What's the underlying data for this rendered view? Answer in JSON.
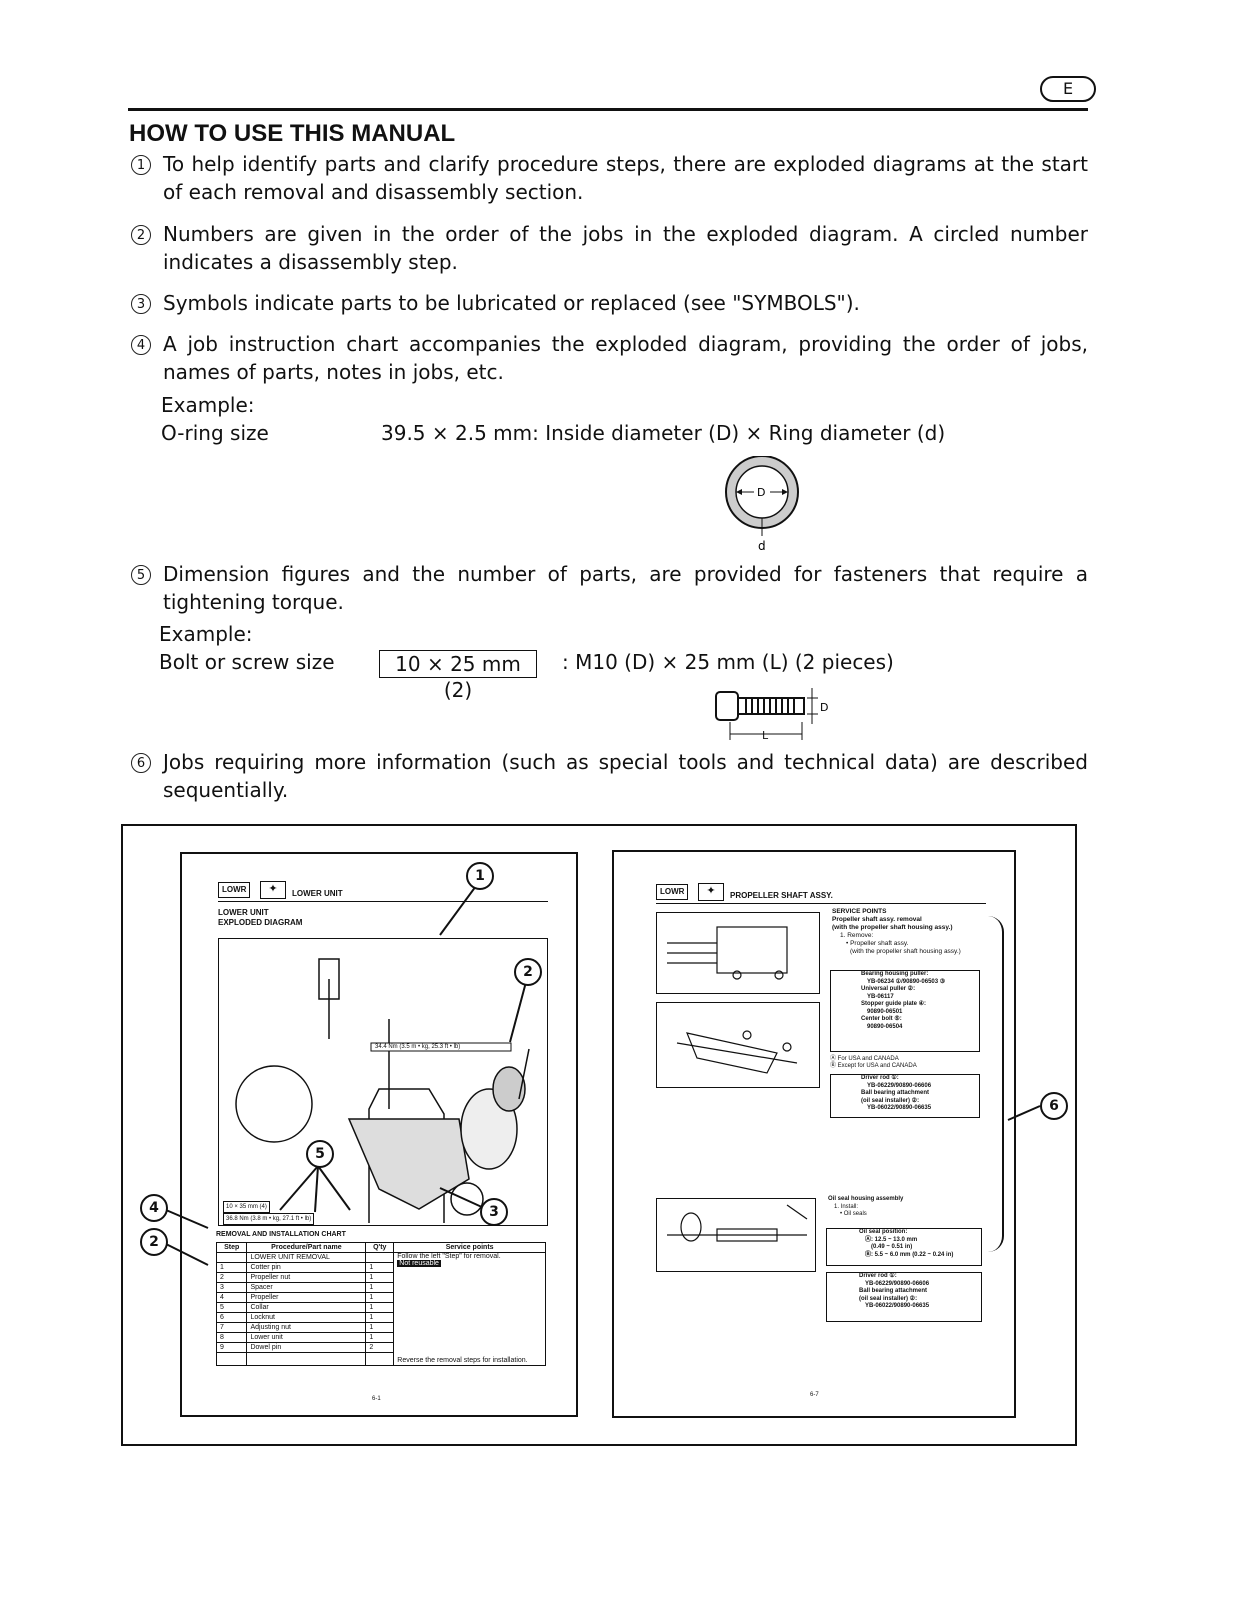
{
  "header": {
    "lang_badge": "E"
  },
  "title": "HOW TO USE THIS MANUAL",
  "items": [
    {
      "num": "1",
      "text": "To help identify parts and clarify procedure steps, there are exploded diagrams at the start of each removal and disassembly section."
    },
    {
      "num": "2",
      "text": "Numbers are given in the order of the jobs in the exploded diagram. A circled number indicates a disassembly step."
    },
    {
      "num": "3",
      "text": "Symbols indicate parts to be lubricated or replaced (see \"SYMBOLS\")."
    },
    {
      "num": "4",
      "text": "A job instruction chart accompanies the exploded diagram, providing the order of jobs, names of parts, notes in jobs, etc."
    },
    {
      "num": "5",
      "text": "Dimension figures and the number of parts, are provided for fasteners that require a tightening torque."
    },
    {
      "num": "6",
      "text": "Jobs requiring more information (such as special tools and technical data) are described sequentially."
    }
  ],
  "example_label": "Example:",
  "oring": {
    "label": "O-ring size",
    "value": "39.5 × 2.5 mm: Inside diameter (D) × Ring diameter (d)",
    "D": "D",
    "d": "d"
  },
  "bolt": {
    "label": "Bolt or screw size",
    "boxed": "10 × 25 mm (2)",
    "value": ": M10 (D) × 25 mm (L) (2 pieces)",
    "D": "D",
    "L": "L"
  },
  "sample": {
    "left": {
      "tag": "LOWR",
      "header": "LOWER UNIT",
      "sub1": "LOWER UNIT",
      "sub2": "EXPLODED DIAGRAM",
      "torque1": "34.4 Nm (3.5 m • kg, 25.3 ft • lb)",
      "bolt_box": "10 × 35 mm (4)",
      "torque2": "36.8 Nm (3.8 m • kg, 27.1 ft • lb)",
      "chart_title": "REMOVAL AND INSTALLATION CHART",
      "cols": [
        "Step",
        "Procedure/Part name",
        "Q'ty",
        "Service points"
      ],
      "group": "LOWER UNIT REMOVAL",
      "note1": "Follow the left \"Step\" for removal.",
      "note2": "Not reusable",
      "rows": [
        [
          "1",
          "Cotter pin",
          "1"
        ],
        [
          "2",
          "Propeller nut",
          "1"
        ],
        [
          "3",
          "Spacer",
          "1"
        ],
        [
          "4",
          "Propeller",
          "1"
        ],
        [
          "5",
          "Collar",
          "1"
        ],
        [
          "6",
          "Locknut",
          "1"
        ],
        [
          "7",
          "Adjusting nut",
          "1"
        ],
        [
          "8",
          "Lower unit",
          "1"
        ],
        [
          "9",
          "Dowel pin",
          "2"
        ]
      ],
      "footer": "Reverse the removal steps for installation.",
      "page_no": "6-1"
    },
    "right": {
      "tag": "LOWR",
      "header": "PROPELLER SHAFT ASSY.",
      "service": "SERVICE POINTS",
      "s1": "Propeller shaft assy. removal",
      "s2": "(with the propeller shaft housing assy.)",
      "s3": "1. Remove:",
      "s4": "• Propeller shaft assy.",
      "s5": "(with the propeller shaft housing assy.)",
      "tool1": "Bearing housing puller:",
      "tool1b": "YB-06234 ①/90890-06503 ③",
      "tool2": "Universal puller ②:",
      "tool2b": "YB-06117",
      "tool3": "Stopper guide plate ④:",
      "tool3b": "90890-06501",
      "tool4": "Center bolt ⑤:",
      "tool4b": "90890-06504",
      "usa": "Ⓐ For USA and CANADA",
      "exc": "Ⓑ Except for USA and CANADA",
      "drv1": "Driver rod ①:",
      "drv1b": "YB-06229/90890-06606",
      "drv2": "Ball bearing attachment",
      "drv3": "(oil seal installer) ②:",
      "drv3b": "YB-06022/90890-06635",
      "oil1": "Oil seal housing assembly",
      "oil2": "1. Install:",
      "oil3": "• Oil seals",
      "pos1": "Oil seal position:",
      "pos2": "Ⓐ: 12.5 ~ 13.0 mm",
      "pos3": "(0.49 ~ 0.51 in)",
      "pos4": "Ⓑ: 5.5 ~ 6.0 mm (0.22 ~ 0.24 in)",
      "page_no": "6-7"
    },
    "callouts": [
      "1",
      "2",
      "3",
      "4",
      "5",
      "6"
    ]
  }
}
